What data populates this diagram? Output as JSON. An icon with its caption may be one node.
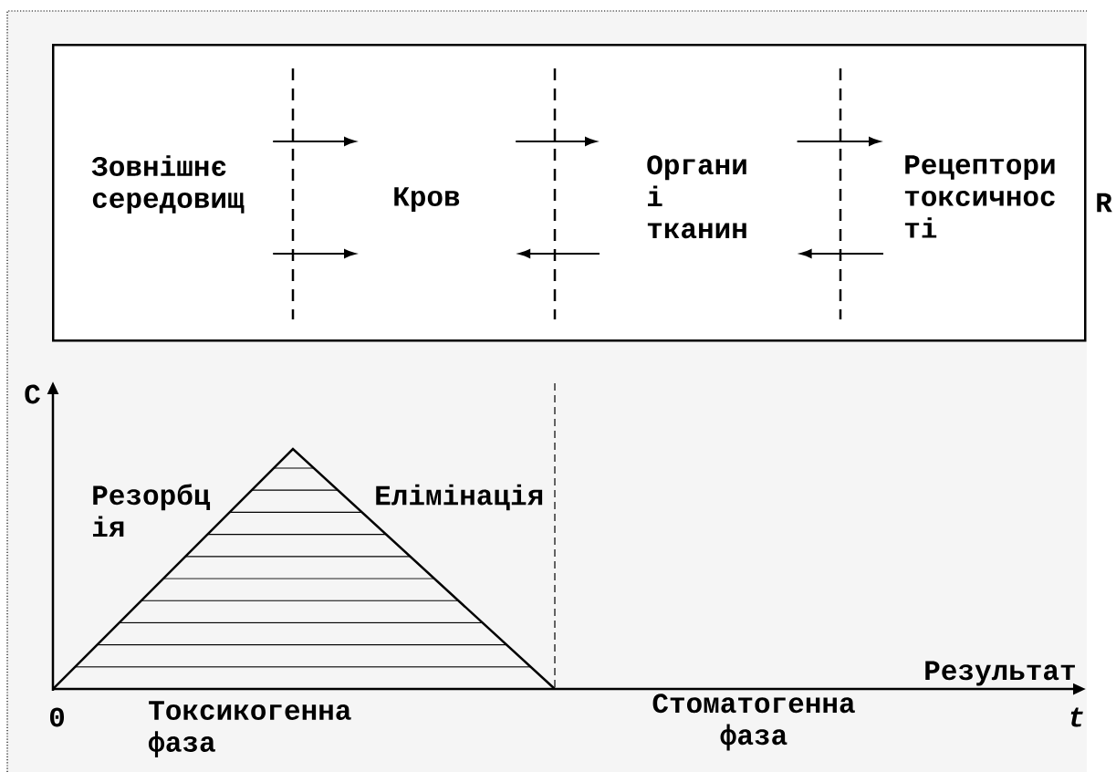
{
  "diagram": {
    "nodes": [
      {
        "text": [],
        "shape": "box"
      },
      {
        "text": [
          "Зовнішнє середовищ"
        ],
        "in": 0
      },
      {
        "text": [
          "Кров"
        ],
        "in": 0
      },
      {
        "text": [
          "Органи і тканин"
        ],
        "in": 0
      },
      {
        "text": [
          "Рецептори токсичнос ті"
        ],
        "in": 0
      }
    ],
    "edges": [
      {
        "from": 1,
        "to": 2,
        "arrow": "to"
      },
      {
        "from": 1,
        "to": 2,
        "arrow": "to"
      },
      {
        "from": 2,
        "to": 3,
        "arrow": "to"
      },
      {
        "from": 3,
        "to": 2,
        "arrow": "to"
      },
      {
        "from": 3,
        "to": 4,
        "arrow": "to"
      },
      {
        "from": 4,
        "to": 3,
        "arrow": "to"
      }
    ],
    "labels": [
      "R",
      "С",
      "Резорбц ія",
      "Елімінація",
      "Стоматогенна фаза",
      "Результат",
      "0",
      "t",
      "Токсикогенна фаза"
    ]
  }
}
